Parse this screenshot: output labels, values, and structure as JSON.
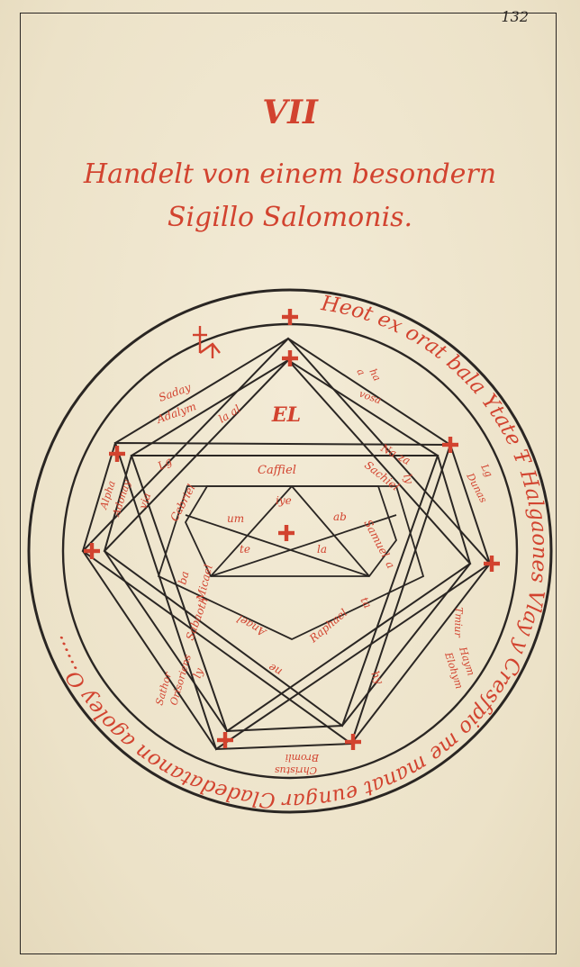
{
  "page_number": "132",
  "chapter_numeral": "VII",
  "title_line1": "Handelt von einem besondern",
  "title_line2": "Sigillo Salomonis.",
  "ring_text": "Heot ex orat bala Ytate Ŧ Halgaones Vlay y Cresfpio me manat eungar Cladedatanon agoley O......",
  "center_word": "EL",
  "inner_names": {
    "saday": "Saday",
    "adalym": "Adalym",
    "la_al": "la al",
    "alpha": "a",
    "ha": "ha",
    "vosa": "vosa",
    "naza": "Na za",
    "lg": "Lg",
    "dunas": "Dunas",
    "alpha_left": "Alpha",
    "adonay": "Adonay",
    "via": "via",
    "cabriel": "Cabriel",
    "lg2": "Lg",
    "caffiel": "Caffiel",
    "sachiel": "Sachiel",
    "ly": "ly",
    "samuel": "Samuel",
    "a": "a",
    "iye": "iye",
    "um": "um",
    "ab": "ab",
    "te": "te",
    "la": "la",
    "micael": "Micael",
    "ba": "ba",
    "raphael": "Raphael",
    "anael": "Anael",
    "ta": "ta",
    "hy": "hy",
    "tmiur": "Tmiur",
    "haym": "Haym",
    "elohym": "Elohym",
    "ne": "ne",
    "sathor": "Sathor",
    "oriens": "Orisoriens",
    "ly2": "ly",
    "sabaoth": "Sabaoth",
    "bromli": "Bromli",
    "christus": "Christus"
  },
  "colors": {
    "ink": "#2a2623",
    "red": "#d2432f",
    "paper": "#efe6cf"
  },
  "icons": [
    "cross-icon",
    "planetary-sigil-icon"
  ]
}
